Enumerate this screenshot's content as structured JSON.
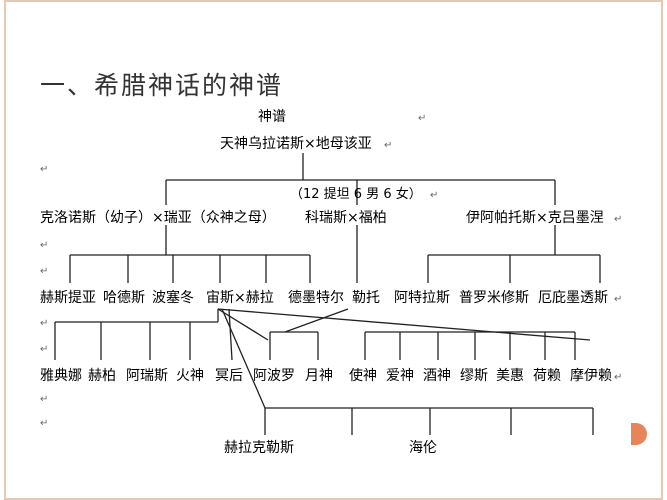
{
  "slide": {
    "title": "一、希腊神话的神谱",
    "accent_color": "#e8845a",
    "frame_color": "#e6c9b3"
  },
  "diagram": {
    "heading": "神谱",
    "progenitors": "天神乌拉诺斯×地母该亚",
    "titans_note": "（12 提坦 6 男 6 女）",
    "titan_couples": [
      "克洛诺斯（幼子）×瑞亚（众神之母）",
      "科瑞斯×福柏",
      "伊阿帕托斯×克吕墨涅"
    ],
    "olympians": [
      "赫斯提亚",
      "哈德斯",
      "波塞冬",
      "宙斯×赫拉",
      "德墨特尔",
      "勒托",
      "阿特拉斯",
      "普罗米修斯",
      "厄庇墨透斯"
    ],
    "zeus_children": [
      "雅典娜",
      "赫柏",
      "阿瑞斯",
      "火神",
      "冥后",
      "阿波罗",
      "月神",
      "使神",
      "爱神",
      "酒神",
      "缪斯",
      "美惠",
      "荷赖",
      "摩伊赖"
    ],
    "heroes": [
      "赫拉克勒斯",
      "海伦"
    ],
    "return_mark": "↵"
  }
}
